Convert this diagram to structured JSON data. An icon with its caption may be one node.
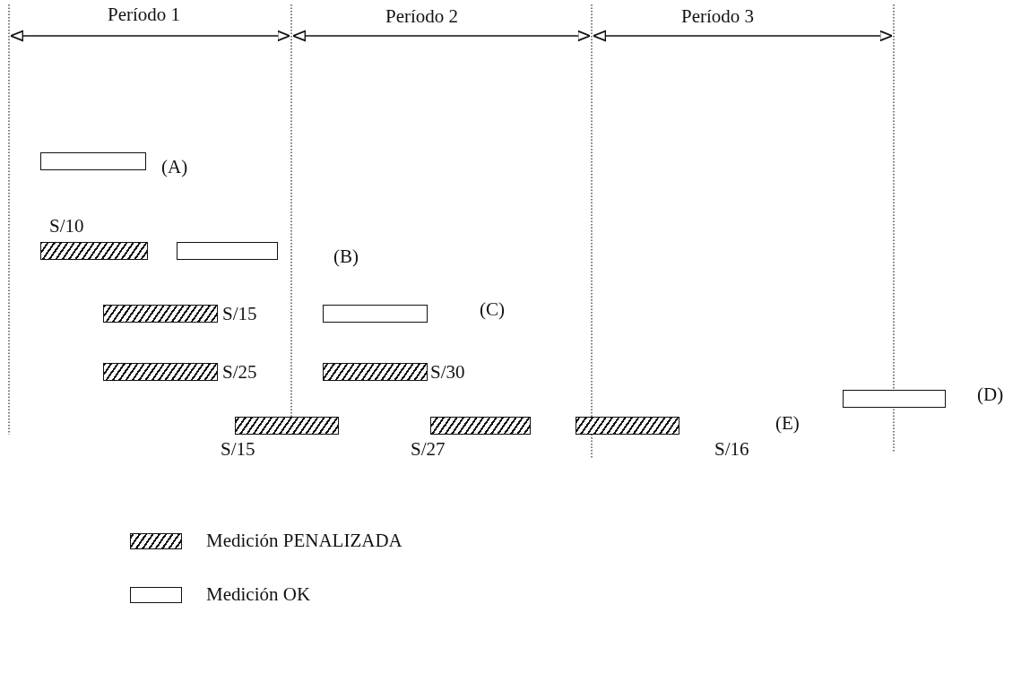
{
  "diagram": {
    "nodes": [
      {
        "text": [],
        "shape": "bar"
      },
      {
        "text": [],
        "shape": "bar",
        "beside": [
          "S/10"
        ]
      },
      {
        "text": [],
        "shape": "bar"
      },
      {
        "text": [],
        "shape": "bar",
        "beside": [
          "S/15"
        ]
      },
      {
        "text": [],
        "shape": "bar"
      },
      {
        "text": [],
        "shape": "bar",
        "beside": [
          "S/25"
        ]
      },
      {
        "text": [],
        "shape": "bar",
        "beside": [
          "S/30"
        ]
      },
      {
        "text": [],
        "shape": "bar"
      },
      {
        "text": [],
        "shape": "bar",
        "beside": [
          "S/15"
        ]
      },
      {
        "text": [],
        "shape": "bar",
        "beside": [
          "S/27"
        ]
      },
      {
        "text": [],
        "shape": "bar",
        "beside": [
          "S/16"
        ]
      }
    ],
    "labels": [
      "Período 1",
      "Período 2",
      "Período 3",
      "(A)",
      "(B)",
      "(C)",
      "(D)",
      "(E)"
    ],
    "legend": [
      {
        "text": "Medición PENALIZADA"
      },
      {
        "text": "Medición OK"
      }
    ]
  }
}
